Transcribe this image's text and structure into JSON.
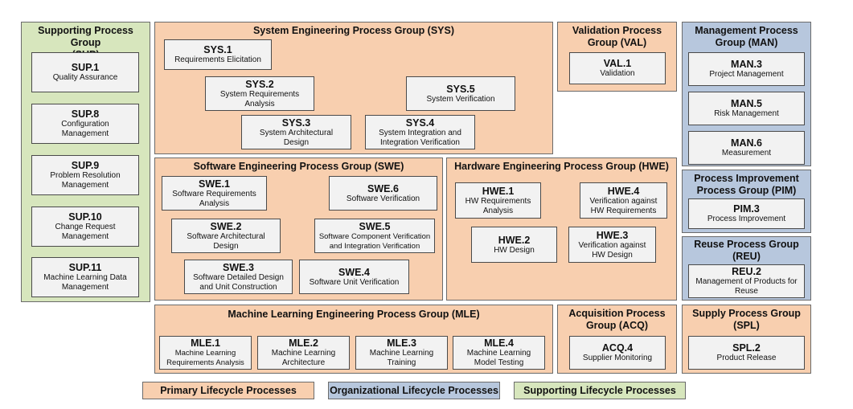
{
  "groups": {
    "sup": {
      "title": "Supporting Process Group\n(SUP)",
      "processes": [
        {
          "id": "SUP.1",
          "name": "Quality Assurance"
        },
        {
          "id": "SUP.8",
          "name": "Configuration\nManagement"
        },
        {
          "id": "SUP.9",
          "name": "Problem Resolution\nManagement"
        },
        {
          "id": "SUP.10",
          "name": "Change Request\nManagement"
        },
        {
          "id": "SUP.11",
          "name": "Machine Learning Data\nManagement"
        }
      ]
    },
    "sys": {
      "title": "System Engineering Process Group (SYS)",
      "processes": [
        {
          "id": "SYS.1",
          "name": "Requirements Elicitation"
        },
        {
          "id": "SYS.2",
          "name": "System Requirements\nAnalysis"
        },
        {
          "id": "SYS.3",
          "name": "System Architectural\nDesign"
        },
        {
          "id": "SYS.4",
          "name": "System Integration and\nIntegration Verification"
        },
        {
          "id": "SYS.5",
          "name": "System Verification"
        }
      ]
    },
    "val": {
      "title": "Validation Process\nGroup (VAL)",
      "processes": [
        {
          "id": "VAL.1",
          "name": "Validation"
        }
      ]
    },
    "man": {
      "title": "Management Process\nGroup (MAN)",
      "processes": [
        {
          "id": "MAN.3",
          "name": "Project Management"
        },
        {
          "id": "MAN.5",
          "name": "Risk Management"
        },
        {
          "id": "MAN.6",
          "name": "Measurement"
        }
      ]
    },
    "swe": {
      "title": "Software Engineering Process Group (SWE)",
      "processes": [
        {
          "id": "SWE.1",
          "name": "Software Requirements\nAnalysis"
        },
        {
          "id": "SWE.2",
          "name": "Software Architectural\nDesign"
        },
        {
          "id": "SWE.3",
          "name": "Software Detailed Design\nand Unit Construction"
        },
        {
          "id": "SWE.4",
          "name": "Software Unit Verification"
        },
        {
          "id": "SWE.5",
          "name": "Software Component Verification\nand Integration Verification"
        },
        {
          "id": "SWE.6",
          "name": "Software Verification"
        }
      ]
    },
    "hwe": {
      "title": "Hardware Engineering Process Group (HWE)",
      "processes": [
        {
          "id": "HWE.1",
          "name": "HW Requirements\nAnalysis"
        },
        {
          "id": "HWE.2",
          "name": "HW Design"
        },
        {
          "id": "HWE.3",
          "name": "Verification against\nHW Design"
        },
        {
          "id": "HWE.4",
          "name": "Verification against\nHW Requirements"
        }
      ]
    },
    "pim": {
      "title": "Process Improvement\nProcess Group (PIM)",
      "processes": [
        {
          "id": "PIM.3",
          "name": "Process Improvement"
        }
      ]
    },
    "reu": {
      "title": "Reuse Process Group\n(REU)",
      "processes": [
        {
          "id": "REU.2",
          "name": "Management of Products for\nReuse"
        }
      ]
    },
    "mle": {
      "title": "Machine Learning Engineering Process Group (MLE)",
      "processes": [
        {
          "id": "MLE.1",
          "name": "Machine Learning\nRequirements Analysis"
        },
        {
          "id": "MLE.2",
          "name": "Machine Learning\nArchitecture"
        },
        {
          "id": "MLE.3",
          "name": "Machine Learning\nTraining"
        },
        {
          "id": "MLE.4",
          "name": "Machine Learning\nModel Testing"
        }
      ]
    },
    "acq": {
      "title": "Acquisition Process\nGroup (ACQ)",
      "processes": [
        {
          "id": "ACQ.4",
          "name": "Supplier Monitoring"
        }
      ]
    },
    "spl": {
      "title": "Supply Process Group\n(SPL)",
      "processes": [
        {
          "id": "SPL.2",
          "name": "Product Release"
        }
      ]
    }
  },
  "legend": {
    "primary": "Primary Lifecycle Processes",
    "organizational": "Organizational Lifecycle Processes",
    "supporting": "Supporting Lifecycle Processes"
  },
  "colors": {
    "primary": "#f8cfaf",
    "organizational": "#b7c7dd",
    "supporting": "#d7e6bd",
    "process_box": "#f2f2f2"
  }
}
